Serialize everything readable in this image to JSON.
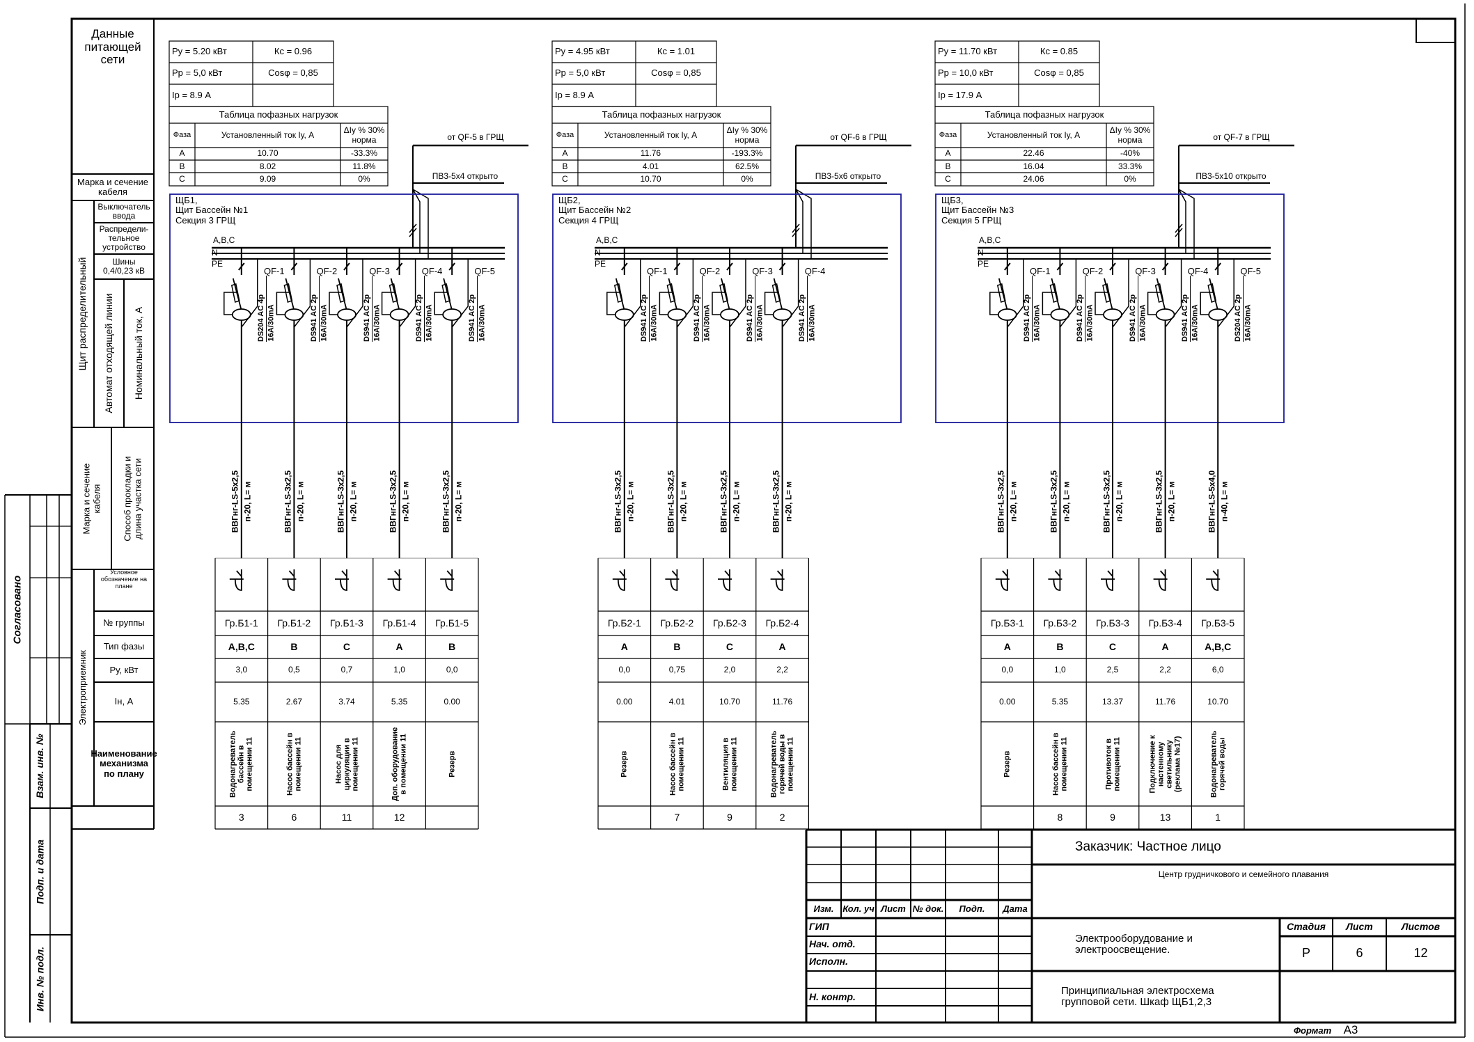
{
  "left_column": {
    "supply_data": "Данные\nпитающей\nсети",
    "cable_mark_top": "Марка и сечение\nкабеля",
    "dist_panel": "Щит распределительный",
    "input_switch": "Выключатель\nввода",
    "dist_device": "Распредели-\nтельное\nустройство",
    "buses": "Шины\n0,4/0,23 кВ",
    "outgoing_breaker": "Автомат отходящей линии",
    "rated_current": "Номинальный ток, А",
    "cable_mark": "Марка и сечение\nкабеля",
    "laying": "Способ прокладки и\nдлина участка сети",
    "consumer": "Электроприемник",
    "plan_symbol": "Условное\nобозначение на\nплане",
    "group_no": "№ группы",
    "phase_type": "Тип фазы",
    "py": "Ру, кВт",
    "in": "Iн, А",
    "mech_name": "Наименование\nмеханизма\nпо плану"
  },
  "panels": [
    {
      "params": {
        "py": "Ру =  5.20  кВт",
        "kc": "Кс =  0.96",
        "pp": "Рр =  5,0  кВт",
        "cos": "Cosφ = 0,85",
        "ip": "Iр =  8.9   А"
      },
      "phase_table": {
        "title": "Таблица пофазных нагрузок",
        "headers": [
          "Фаза",
          "Установленный ток Iу, А",
          "ΔIу % 30%\nнорма"
        ],
        "rows": [
          [
            "A",
            "10.70",
            "-33.3%"
          ],
          [
            "B",
            "8.02",
            "11.8%"
          ],
          [
            "C",
            "9.09",
            "0%"
          ]
        ]
      },
      "feed": "от QF-5 в ГРЩ",
      "feed_cable": "ПВ3-5х4 открыто",
      "title_lines": "ЩБ1,\nЩит Бассейн №1\nСекция 3 ГРЩ",
      "bus_labels": [
        "A,B,C",
        "N",
        "PE"
      ],
      "breakers": [
        {
          "label": "QF-1",
          "model": "DS204  AC  4p",
          "rating": "16A/30mA",
          "cable": "ВВГнг-LS-5х2,5",
          "laying": "п-20,  L=   м"
        },
        {
          "label": "QF-2",
          "model": "DS941  AC  2p",
          "rating": "16A/30mA",
          "cable": "ВВГнг-LS-3х2,5",
          "laying": "п-20,  L=   м"
        },
        {
          "label": "QF-3",
          "model": "DS941  AC  2p",
          "rating": "16A/30mA",
          "cable": "ВВГнг-LS-3х2,5",
          "laying": "п-20,  L=   м"
        },
        {
          "label": "QF-4",
          "model": "DS941  AC  2p",
          "rating": "16A/30mA",
          "cable": "ВВГнг-LS-3х2,5",
          "laying": "п-20,  L=   м"
        },
        {
          "label": "QF-5",
          "model": "DS941  AC  2p",
          "rating": "16A/30mA",
          "cable": "ВВГнг-LS-3х2,5",
          "laying": "п-20,  L=   м"
        }
      ],
      "groups": [
        {
          "group": "Гр.Б1-1",
          "phase": "A,B,C",
          "py": "3,0",
          "in": "5.35",
          "name": "Водонагреватель\nбассейн в\nпомещении 11",
          "plan_no": "3"
        },
        {
          "group": "Гр.Б1-2",
          "phase": "B",
          "py": "0,5",
          "in": "2.67",
          "name": "Насос бассейн в\nпомещении 11",
          "plan_no": "6"
        },
        {
          "group": "Гр.Б1-3",
          "phase": "C",
          "py": "0,7",
          "in": "3.74",
          "name": "Насос для\nциркуляции в\nпомещении 11",
          "plan_no": "11"
        },
        {
          "group": "Гр.Б1-4",
          "phase": "A",
          "py": "1,0",
          "in": "5.35",
          "name": "Доп. оборудование\nв помещении 11",
          "plan_no": "12"
        },
        {
          "group": "Гр.Б1-5",
          "phase": "B",
          "py": "0,0",
          "in": "0.00",
          "name": "Резерв",
          "plan_no": ""
        }
      ]
    },
    {
      "params": {
        "py": "Ру =  4.95  кВт",
        "kc": "Кс =  1.01",
        "pp": "Рр =  5,0  кВт",
        "cos": "Cosφ = 0,85",
        "ip": "Iр =  8.9   А"
      },
      "phase_table": {
        "title": "Таблица пофазных нагрузок",
        "headers": [
          "Фаза",
          "Установленный ток Iу, А",
          "ΔIу % 30%\nнорма"
        ],
        "rows": [
          [
            "A",
            "11.76",
            "-193.3%"
          ],
          [
            "B",
            "4.01",
            "62.5%"
          ],
          [
            "C",
            "10.70",
            "0%"
          ]
        ]
      },
      "feed": "от QF-6 в ГРЩ",
      "feed_cable": "ПВ3-5х6 открыто",
      "title_lines": "ЩБ2,\nЩит Бассейн №2\nСекция 4 ГРЩ",
      "bus_labels": [
        "A,B,C",
        "N",
        "PE"
      ],
      "breakers": [
        {
          "label": "QF-1",
          "model": "DS941  AC  2p",
          "rating": "16A/30mA",
          "cable": "ВВГнг-LS-3х2,5",
          "laying": "п-20,  L=   м"
        },
        {
          "label": "QF-2",
          "model": "DS941  AC  2p",
          "rating": "16A/30mA",
          "cable": "ВВГнг-LS-3х2,5",
          "laying": "п-20,  L=   м"
        },
        {
          "label": "QF-3",
          "model": "DS941  AC  2p",
          "rating": "16A/30mA",
          "cable": "ВВГнг-LS-3х2,5",
          "laying": "п-20,  L=   м"
        },
        {
          "label": "QF-4",
          "model": "DS941  AC  2p",
          "rating": "16A/30mA",
          "cable": "ВВГнг-LS-3х2,5",
          "laying": "п-20,  L=   м"
        }
      ],
      "groups": [
        {
          "group": "Гр.Б2-1",
          "phase": "A",
          "py": "0,0",
          "in": "0.00",
          "name": "Резерв",
          "plan_no": ""
        },
        {
          "group": "Гр.Б2-2",
          "phase": "B",
          "py": "0,75",
          "in": "4.01",
          "name": "Насос бассейн в\nпомещении 11",
          "plan_no": "7"
        },
        {
          "group": "Гр.Б2-3",
          "phase": "C",
          "py": "2,0",
          "in": "10.70",
          "name": "Вентиляция в\nпомещении 11",
          "plan_no": "9"
        },
        {
          "group": "Гр.Б2-4",
          "phase": "A",
          "py": "2,2",
          "in": "11.76",
          "name": "Водонагреватель\nгорячей воды в\nпомещении 11",
          "plan_no": "2"
        }
      ]
    },
    {
      "params": {
        "py": "Ру =  11.70  кВт",
        "kc": "Кс =  0.85",
        "pp": "Рр =  10,0  кВт",
        "cos": "Cosφ = 0,85",
        "ip": "Iр =  17.9   А"
      },
      "phase_table": {
        "title": "Таблица пофазных нагрузок",
        "headers": [
          "Фаза",
          "Установленный ток Iу, А",
          "ΔIу % 30%\nнорма"
        ],
        "rows": [
          [
            "A",
            "22.46",
            "-40%"
          ],
          [
            "B",
            "16.04",
            "33.3%"
          ],
          [
            "C",
            "24.06",
            "0%"
          ]
        ]
      },
      "feed": "от QF-7 в ГРЩ",
      "feed_cable": "ПВ3-5х10 открыто",
      "title_lines": "ЩБ3,\nЩит Бассейн №3\nСекция 5 ГРЩ",
      "bus_labels": [
        "A,B,C",
        "N",
        "PE"
      ],
      "breakers": [
        {
          "label": "QF-1",
          "model": "DS941  AC  2p",
          "rating": "16A/30mA",
          "cable": "ВВГнг-LS-3х2,5",
          "laying": "п-20,  L=   м"
        },
        {
          "label": "QF-2",
          "model": "DS941  AC  2p",
          "rating": "16A/30mA",
          "cable": "ВВГнг-LS-3х2,5",
          "laying": "п-20,  L=   м"
        },
        {
          "label": "QF-3",
          "model": "DS941  AC  2p",
          "rating": "16A/30mA",
          "cable": "ВВГнг-LS-3х2,5",
          "laying": "п-20,  L=   м"
        },
        {
          "label": "QF-4",
          "model": "DS941  AC  2p",
          "rating": "16A/30mA",
          "cable": "ВВГнг-LS-3х2,5",
          "laying": "п-20,  L=   м"
        },
        {
          "label": "QF-5",
          "model": "DS204  AC  2p",
          "rating": "16A/30mA",
          "cable": "ВВГнг-LS-5х4,0",
          "laying": "п-40,  L=   м"
        }
      ],
      "groups": [
        {
          "group": "Гр.Б3-1",
          "phase": "A",
          "py": "0,0",
          "in": "0.00",
          "name": "Резерв",
          "plan_no": ""
        },
        {
          "group": "Гр.Б3-2",
          "phase": "B",
          "py": "1,0",
          "in": "5.35",
          "name": "Насос бассейн в\nпомещении 11",
          "plan_no": "8"
        },
        {
          "group": "Гр.Б3-3",
          "phase": "C",
          "py": "2,5",
          "in": "13.37",
          "name": "Противоток в\nпомещении 11",
          "plan_no": "9"
        },
        {
          "group": "Гр.Б3-4",
          "phase": "A",
          "py": "2,2",
          "in": "11.76",
          "name": "Подключение к\nнастенному\nсветильнику\n(реклама №17)",
          "plan_no": "13"
        },
        {
          "group": "Гр.Б3-5",
          "phase": "A,B,C",
          "py": "6,0",
          "in": "10.70",
          "name": "Водонагреватель\nгорячей воды",
          "plan_no": "1"
        }
      ]
    }
  ],
  "title_block": {
    "customer": "Заказчик: Частное лицо",
    "project": "Центр грудничкового и семейного плавания",
    "headers": [
      "Изм.",
      "Кол. уч",
      "Лист",
      "№ док.",
      "Подп.",
      "Дата"
    ],
    "roles": [
      "ГИП",
      "Нач. отд.",
      "Исполн.",
      "",
      "Н. контр."
    ],
    "subject": "Электрооборудование и\nэлектроосвещение.",
    "drawing": "Принципиальная электросхема\n   групповой сети. Шкаф ЩБ1,2,3",
    "stage_headers": [
      "Стадия",
      "Лист",
      "Листов"
    ],
    "stage": "Р",
    "sheet": "6",
    "sheets": "12",
    "format_label": "Формат",
    "format_value": "А3"
  },
  "left_strip": {
    "agreed": "Согласовано",
    "replaced_inv": "Взам. инв. №",
    "sign_date": "Подп. и дата",
    "orig_inv": "Инв. № подл."
  },
  "colors": {
    "panel_border": "#1c1c9c",
    "line": "#000000"
  }
}
